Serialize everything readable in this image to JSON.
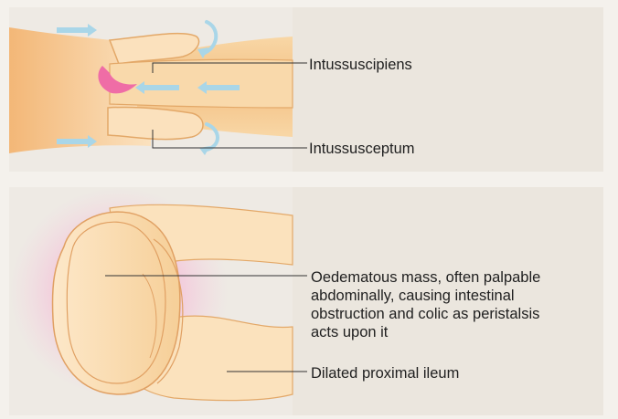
{
  "diagram": {
    "top_panel": {
      "labels": {
        "intussuscipiens": "Intussuscipiens",
        "intussusceptum": "Intussusceptum"
      }
    },
    "bottom_panel": {
      "labels": {
        "oedematous_mass": [
          "Oedematous mass, often palpable",
          "abdominally, causing intestinal",
          "obstruction and colic as peristalsis",
          "acts upon it"
        ],
        "dilated_ileum": "Dilated proximal ileum"
      }
    },
    "colors": {
      "bowel": "#f6c98f",
      "bowel_light": "#fbe3c1",
      "bowel_outline": "#e3a868",
      "arrow": "#a9d6e8",
      "apex": "#ef6da6",
      "inflammation": "#f3a6cf",
      "panel_bg": "#eae5dd"
    },
    "icons": [
      "flow-arrow",
      "curved-arrow"
    ]
  }
}
